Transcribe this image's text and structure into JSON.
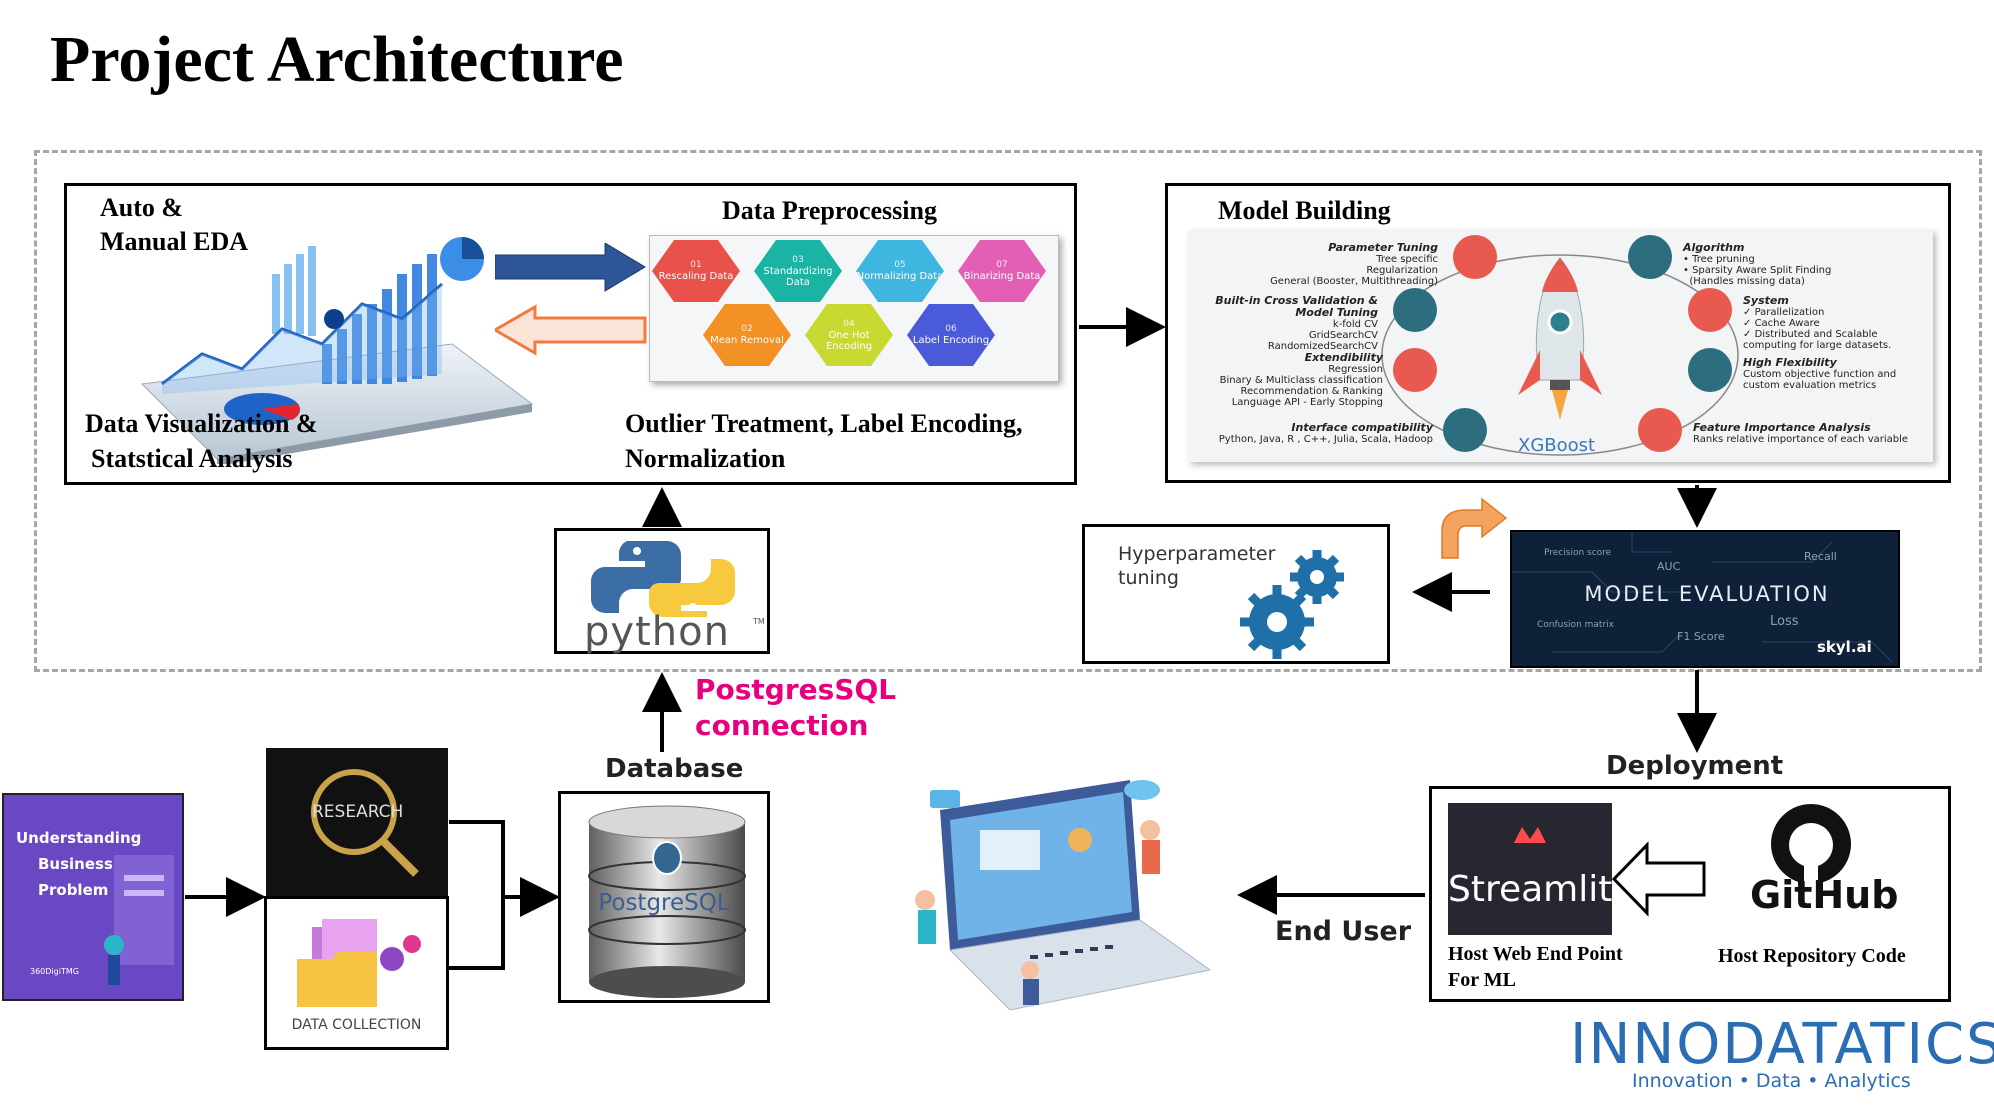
{
  "title": "Project Architecture",
  "eda": {
    "title_line1": "Auto &",
    "title_line2": "Manual EDA",
    "viz_line1": "Data Visualization  &",
    "viz_line2": "Statstical Analysis"
  },
  "preprocessing": {
    "title": "Data Preprocessing",
    "caption_line1": "Outlier Treatment, Label Encoding,",
    "caption_line2": "Normalization",
    "steps": [
      {
        "num": "01",
        "label": "Rescaling Data",
        "color": "#e8524a"
      },
      {
        "num": "03",
        "label": "Standardizing Data",
        "color": "#1bb3a3"
      },
      {
        "num": "05",
        "label": "Normalizing Data",
        "color": "#3fb6e0"
      },
      {
        "num": "07",
        "label": "Binarizing Data",
        "color": "#e25fb5"
      },
      {
        "num": "02",
        "label": "Mean Removal",
        "color": "#f39125"
      },
      {
        "num": "04",
        "label": "One Hot Encoding",
        "color": "#c8d931"
      },
      {
        "num": "06",
        "label": "Label Encoding",
        "color": "#4a5ad8"
      }
    ]
  },
  "model_building": {
    "title": "Model Building",
    "center": "XGBoost",
    "features": [
      {
        "title": "Parameter Tuning",
        "lines": [
          "Tree specific",
          "Regularization",
          "General (Booster, Multithreading)"
        ]
      },
      {
        "title": "Built-in Cross Validation & Model Tuning",
        "lines": [
          "k-fold CV",
          "GridSearchCV",
          "RandomizedSearchCV"
        ]
      },
      {
        "title": "Extendibility",
        "lines": [
          "Regression",
          "Binary & Multiclass classification",
          "Recommendation & Ranking",
          "Language API - Early Stopping"
        ]
      },
      {
        "title": "Interface compatibility",
        "lines": [
          "Python, Java, R , C++, Julia, Scala, Hadoop"
        ]
      },
      {
        "title": "Algorithm",
        "lines": [
          "Tree pruning",
          "Sparsity Aware Split Finding",
          "(Handles missing data)"
        ]
      },
      {
        "title": "System",
        "lines": [
          "Parallelization",
          "Cache Aware",
          "Distributed and Scalable computing for large datasets."
        ]
      },
      {
        "title": "High Flexibility",
        "lines": [
          "Custom objective function and custom evaluation metrics"
        ]
      },
      {
        "title": "Feature Importance Analysis",
        "lines": [
          "Ranks relative importance of each variable"
        ]
      }
    ]
  },
  "python": {
    "label": "python",
    "tm": "TM"
  },
  "hyperparameter": {
    "line1": "Hyperparameter",
    "line2": "tuning"
  },
  "evaluation": {
    "title": "MODEL  EVALUATION",
    "metrics": [
      "Precision score",
      "AUC",
      "Recall",
      "Confusion matrix",
      "F1 Score",
      "Loss"
    ],
    "brand": "skyl.ai"
  },
  "connection": {
    "line1": "PostgresSQL",
    "line2": "connection"
  },
  "database": {
    "label": "Database",
    "product": "PostgreSQL"
  },
  "business": {
    "line1": "Understanding",
    "line2": "Business",
    "line3": "Problem",
    "brand": "360DigiTMG"
  },
  "research": {
    "word": "RESEARCH"
  },
  "data_collection": {
    "label": "DATA COLLECTION"
  },
  "deployment": {
    "label": "Deployment",
    "streamlit": "Streamlit",
    "github": "GitHub",
    "host_web_line1": "Host Web End Point",
    "host_web_line2": "For ML",
    "host_repo": "Host Repository Code"
  },
  "end_user": {
    "label": "End User"
  },
  "logo": {
    "name": "INNODATATICS",
    "tagline": "Innovation • Data • Analytics"
  },
  "colors": {
    "accent_pink": "#e6007e",
    "arrow_blue": "#2e5597",
    "arrow_orange": "#f07b3f",
    "eval_bg": "#0f2138",
    "logo_blue": "#2a6db5"
  }
}
